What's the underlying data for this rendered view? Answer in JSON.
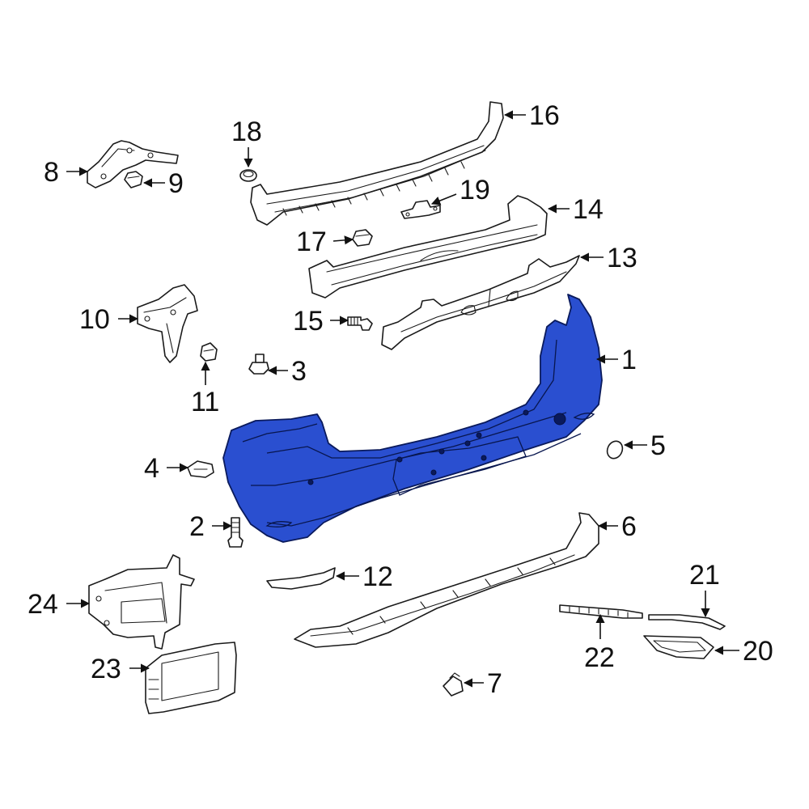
{
  "diagram": {
    "highlight_color": "#2a4fd0",
    "callouts": [
      "1",
      "2",
      "3",
      "4",
      "5",
      "6",
      "7",
      "8",
      "9",
      "10",
      "11",
      "12",
      "13",
      "14",
      "15",
      "16",
      "17",
      "18",
      "19",
      "20",
      "21",
      "22",
      "23",
      "24"
    ]
  }
}
